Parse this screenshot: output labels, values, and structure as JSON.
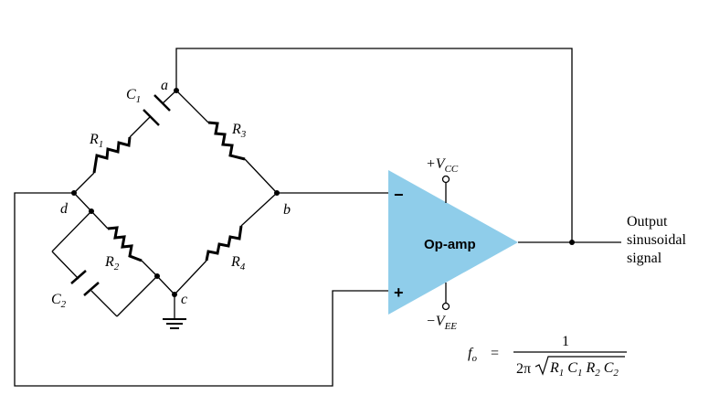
{
  "diagram": {
    "labels": {
      "C1": {
        "main": "C",
        "sub": "1"
      },
      "C2": {
        "main": "C",
        "sub": "2"
      },
      "R1": {
        "main": "R",
        "sub": "1"
      },
      "R2": {
        "main": "R",
        "sub": "2"
      },
      "R3": {
        "main": "R",
        "sub": "3"
      },
      "R4": {
        "main": "R",
        "sub": "4"
      }
    },
    "nodes": {
      "a": "a",
      "b": "b",
      "c": "c",
      "d": "d"
    },
    "opamp": {
      "label": "Op-amp",
      "minus": "−",
      "plus": "+",
      "vcc": {
        "sign": "+V",
        "sub": "CC"
      },
      "vee": {
        "sign": "−V",
        "sub": "EE"
      }
    },
    "output_lines": [
      "Output",
      "sinusoidal",
      "signal"
    ],
    "formula": {
      "lhs": "f",
      "lhs_sub": "o",
      "equals": "=",
      "numerator": "1",
      "two_pi": "2π",
      "radicand": [
        {
          "main": "R",
          "sub": "1"
        },
        {
          "main": "C",
          "sub": "1"
        },
        {
          "main": "R",
          "sub": "2"
        },
        {
          "main": "C",
          "sub": "2"
        }
      ]
    },
    "colors": {
      "opamp_fill": "#8fcdea"
    }
  }
}
